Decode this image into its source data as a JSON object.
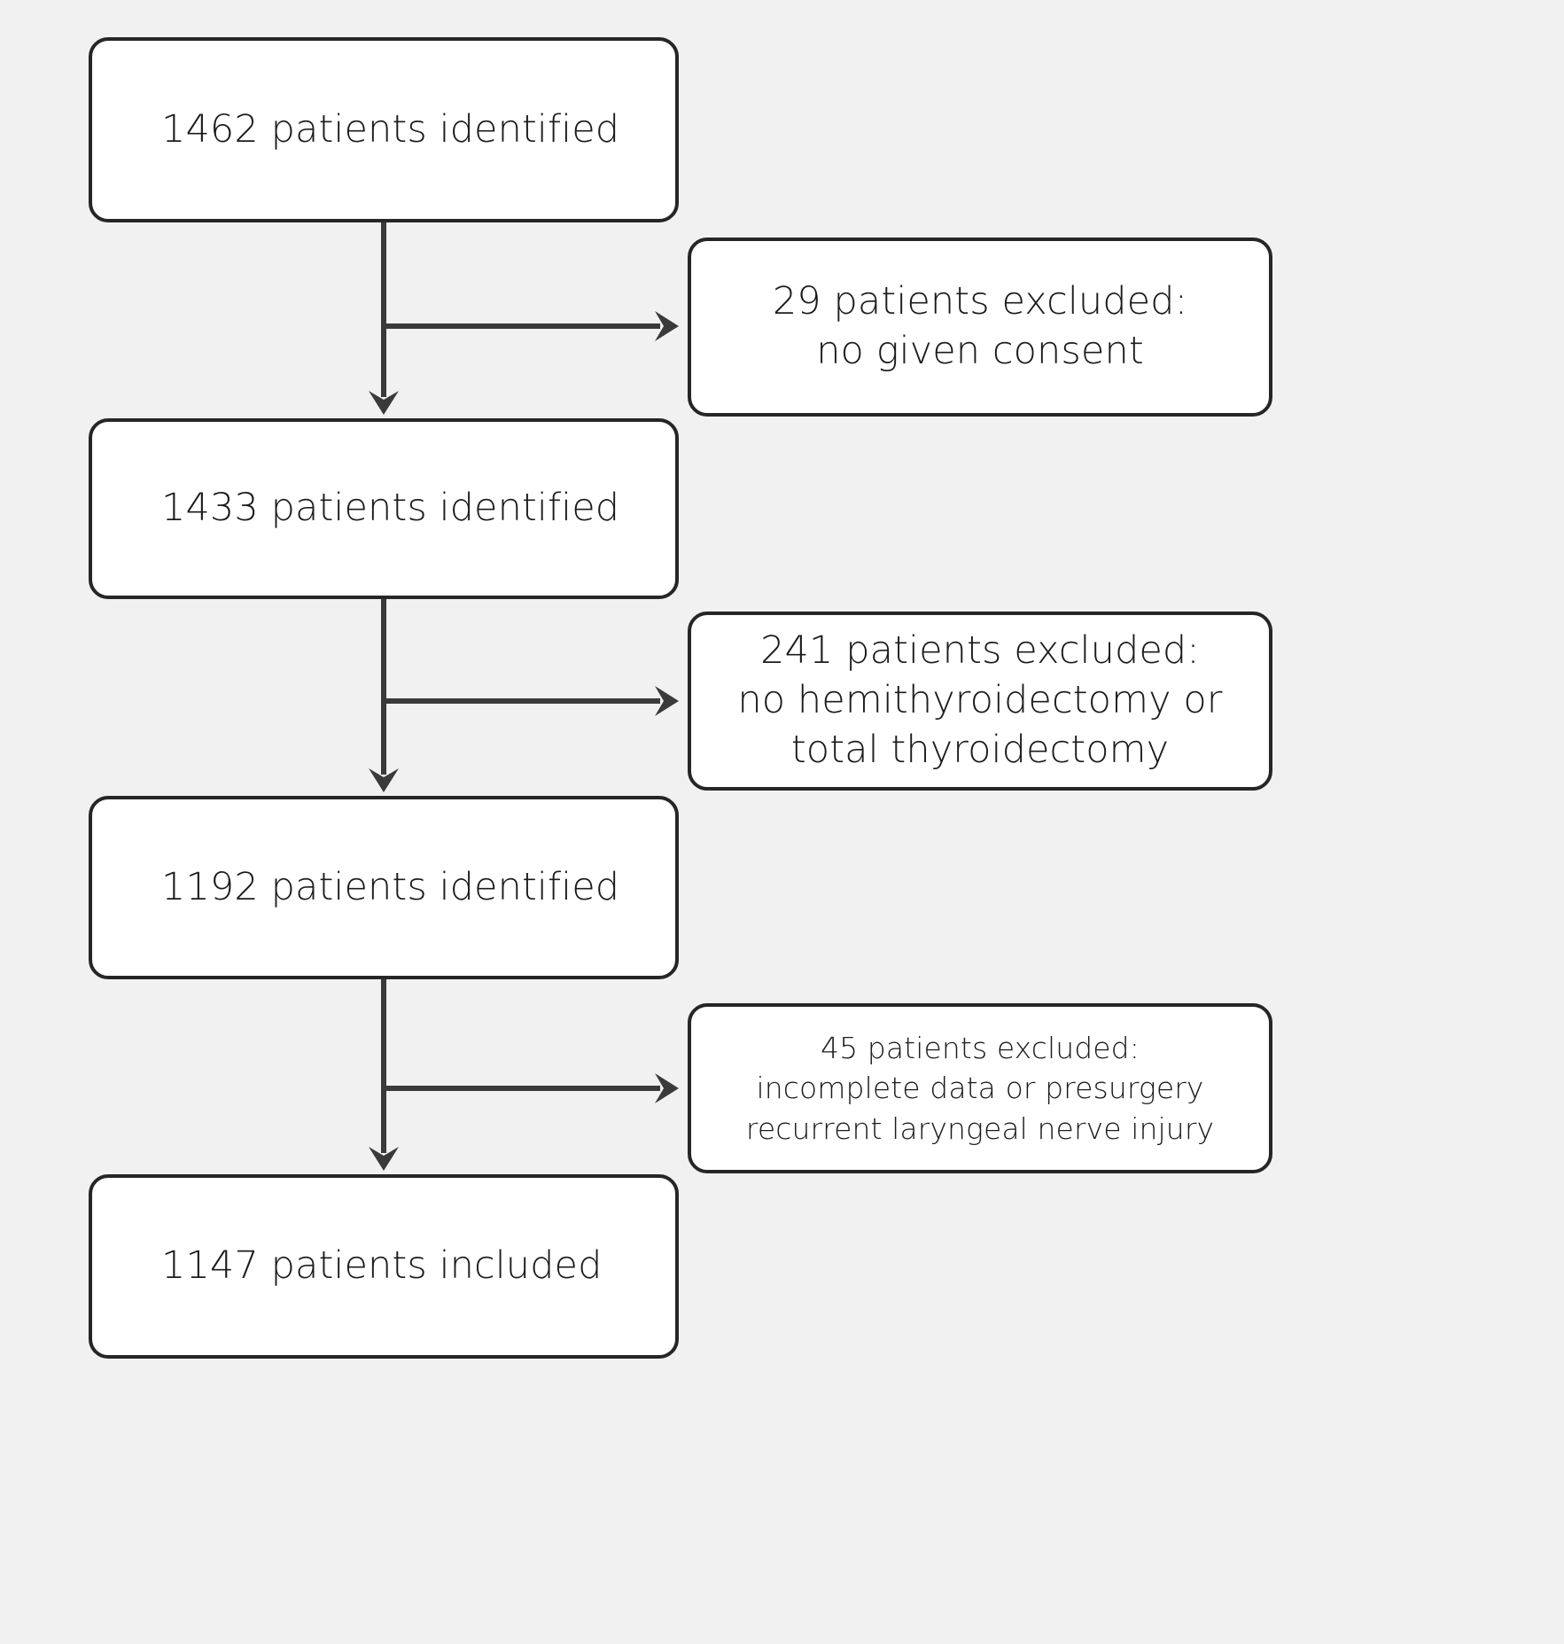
{
  "diagram": {
    "type": "flowchart",
    "subtype": "patient-selection-flow",
    "background_color": "#f1f1f1",
    "box_fill_color": "#ffffff",
    "box_border_color": "#262626",
    "text_color": "#1b1b1b",
    "connector_color": "#3a3a3a"
  },
  "nodes": {
    "identified_1": {
      "count": "1462",
      "label": "1462 patients identified"
    },
    "excluded_1": {
      "count": "29",
      "lines": [
        "29 patients excluded:",
        "no given consent"
      ]
    },
    "identified_2": {
      "count": "1433",
      "label": "1433 patients identified"
    },
    "excluded_2": {
      "count": "241",
      "lines": [
        "241 patients excluded:",
        "no hemithyroidectomy or",
        "total thyroidectomy"
      ]
    },
    "identified_3": {
      "count": "1192",
      "label": "1192 patients identified"
    },
    "excluded_3": {
      "count": "45",
      "lines": [
        "45 patients excluded:",
        "incomplete data or presurgery",
        "recurrent laryngeal nerve injury"
      ]
    },
    "included": {
      "count": "1147",
      "label": "1147 patients included"
    }
  },
  "flow_data": {
    "stages": [
      {
        "step": 1,
        "label": "1462 patients identified",
        "n": 1462
      },
      {
        "step": 2,
        "label": "1433 patients identified",
        "n": 1433
      },
      {
        "step": 3,
        "label": "1192 patients identified",
        "n": 1192
      },
      {
        "step": 4,
        "label": "1147 patients included",
        "n": 1147
      }
    ],
    "exclusions": [
      {
        "after_step": 1,
        "n": 29,
        "reason": "no given consent"
      },
      {
        "after_step": 2,
        "n": 241,
        "reason": "no hemithyroidectomy or total thyroidectomy"
      },
      {
        "after_step": 3,
        "n": 45,
        "reason": "incomplete data or presurgery recurrent laryngeal nerve injury"
      }
    ]
  }
}
